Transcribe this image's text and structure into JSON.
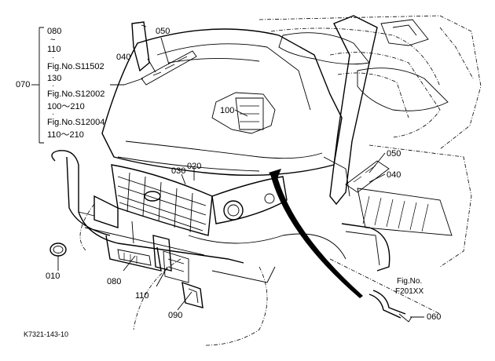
{
  "callouts": {
    "c070": "070",
    "c080_top": "080",
    "tilde": "~",
    "c110_top": "110",
    "fig_s11502": "Fig.No.S11502",
    "c130": "130",
    "fig_s12002": "Fig.No.S12002",
    "range_100_210": "100～210",
    "fig_s12004": "Fig.No.S12004",
    "range_110_210": "110～210",
    "c050_top": "050",
    "c040_left": "040",
    "c100": "100",
    "c030": "030",
    "c020": "020",
    "c050_right": "050",
    "c040_right": "040",
    "c010": "010",
    "c080_bottom": "080",
    "c110_bottom": "110",
    "c090": "090",
    "fig_no": "Fig.No.",
    "fig_f201xx": "F201XX",
    "c060": "060"
  },
  "diagram_code": "K7321-143-10"
}
